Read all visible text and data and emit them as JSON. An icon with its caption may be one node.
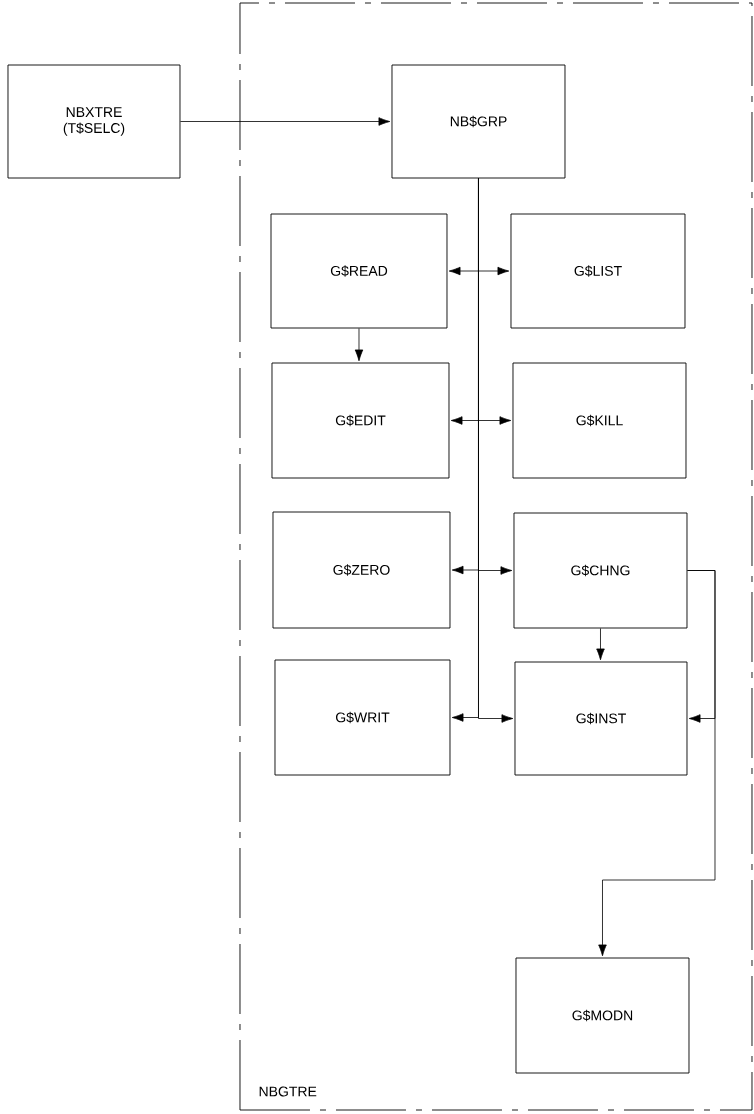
{
  "diagram": {
    "nodes": [
      {
        "text": [
          "NBXTRE (T$SELC)"
        ]
      },
      {
        "text": [
          "NBGTRE"
        ]
      },
      {
        "text": [
          "NB$GRP"
        ],
        "in": 1
      },
      {
        "text": [
          "G$READ"
        ],
        "in": 1
      },
      {
        "text": [
          "G$LIST"
        ],
        "in": 1
      },
      {
        "text": [
          "G$EDIT"
        ],
        "in": 1
      },
      {
        "text": [
          "G$KILL"
        ],
        "in": 1
      },
      {
        "text": [
          "G$ZERO"
        ],
        "in": 1
      },
      {
        "text": [
          "G$CHNG"
        ],
        "in": 1
      },
      {
        "text": [
          "G$WRIT"
        ],
        "in": 1
      },
      {
        "text": [
          "G$INST"
        ],
        "in": 1
      },
      {
        "text": [
          "G$MODN"
        ],
        "in": 1
      }
    ],
    "edges": [
      {
        "from": 0,
        "to": 2,
        "arrow": "to"
      },
      {
        "from": 2,
        "to": 3,
        "arrow": "to"
      },
      {
        "from": 2,
        "to": 4,
        "arrow": "to"
      },
      {
        "from": 2,
        "to": 5,
        "arrow": "to"
      },
      {
        "from": 2,
        "to": 6,
        "arrow": "to"
      },
      {
        "from": 2,
        "to": 7,
        "arrow": "to"
      },
      {
        "from": 2,
        "to": 8,
        "arrow": "to"
      },
      {
        "from": 2,
        "to": 9,
        "arrow": "to"
      },
      {
        "from": 2,
        "to": 10,
        "arrow": "to"
      },
      {
        "from": 3,
        "to": 5,
        "arrow": "to"
      },
      {
        "from": 8,
        "to": 10,
        "arrow": "to"
      },
      {
        "from": 8,
        "to": 11,
        "arrow": "to"
      },
      {
        "from": 8,
        "to": 10,
        "arrow": "to"
      }
    ]
  }
}
